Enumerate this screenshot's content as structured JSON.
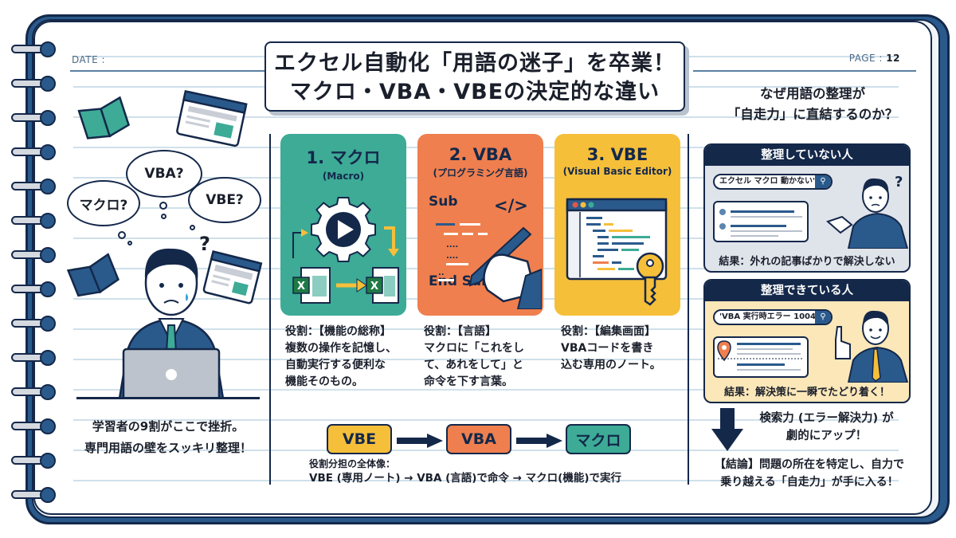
{
  "header": {
    "date_label": "DATE :",
    "page_label": "PAGE :",
    "page_number": "12",
    "title_line1": "エクセル自動化「用語の迷子」を卒業！",
    "title_line2": "マクロ・VBA・VBEの決定的な違い"
  },
  "left_panel": {
    "thoughts": [
      "VBA?",
      "マクロ?",
      "VBE?"
    ],
    "question_mark": "?",
    "caption_line1": "学習者の9割がここで挫折。",
    "caption_line2": "専門用語の壁をスッキリ整理！"
  },
  "cards": [
    {
      "title": "1. マクロ",
      "subtitle": "(Macro)",
      "color": "#3dab96",
      "role_title": "役割：【機能の総称】",
      "role_lines": [
        "複数の操作を記憶し、",
        "自動実行する便利な",
        "機能そのもの。"
      ]
    },
    {
      "title": "2. VBA",
      "subtitle": "(プログラミング言語)",
      "color": "#ef7f4e",
      "code_start": "Sub",
      "code_end": "End Sub",
      "code_tag": "</>",
      "role_title": "役割：【言語】",
      "role_lines": [
        "マクロに「これをし",
        "て、あれをして」と",
        "命令を下す言葉。"
      ]
    },
    {
      "title": "3. VBE",
      "subtitle": "(Visual Basic Editor)",
      "color": "#f6bf3a",
      "role_title": "役割：【編集画面】",
      "role_lines": [
        "VBAコードを書き",
        "込む専用のノート。"
      ]
    }
  ],
  "flow": {
    "steps": [
      {
        "label": "VBE",
        "color": "#f6bf3a"
      },
      {
        "label": "VBA",
        "color": "#ef7f4e"
      },
      {
        "label": "マクロ",
        "color": "#3dab96"
      }
    ],
    "summary_label": "役割分担の全体像：",
    "summary_text": "VBE (専用ノート) → VBA (言語)で命令 → マクロ(機能)で実行"
  },
  "right_panel": {
    "question_line1": "なぜ用語の整理が",
    "question_line2": "「自走力」に直結するのか？",
    "cases": [
      {
        "heading": "整理していない人",
        "search_query": "エクセル マクロ 動かない'",
        "result": "結果：外れの記事ばかりで解決しない",
        "bg": "#dfe3ea"
      },
      {
        "heading": "整理できている人",
        "search_query": "'VBA 実行時エラー 1004'",
        "result": "結果：解決策に一瞬でたどり着く！",
        "bg": "#fbe7b8"
      }
    ],
    "boost_line1": "検索力 (エラー解決力) が",
    "boost_line2": "劇的にアップ！",
    "conclusion_line1": "【結論】問題の所在を特定し、自力で",
    "conclusion_line2": "乗り越える「自走力」が手に入る！"
  },
  "colors": {
    "navy": "#14284a",
    "blue": "#2a5a8c",
    "teal": "#3dab96",
    "orange": "#ef7f4e",
    "yellow": "#f6bf3a"
  }
}
